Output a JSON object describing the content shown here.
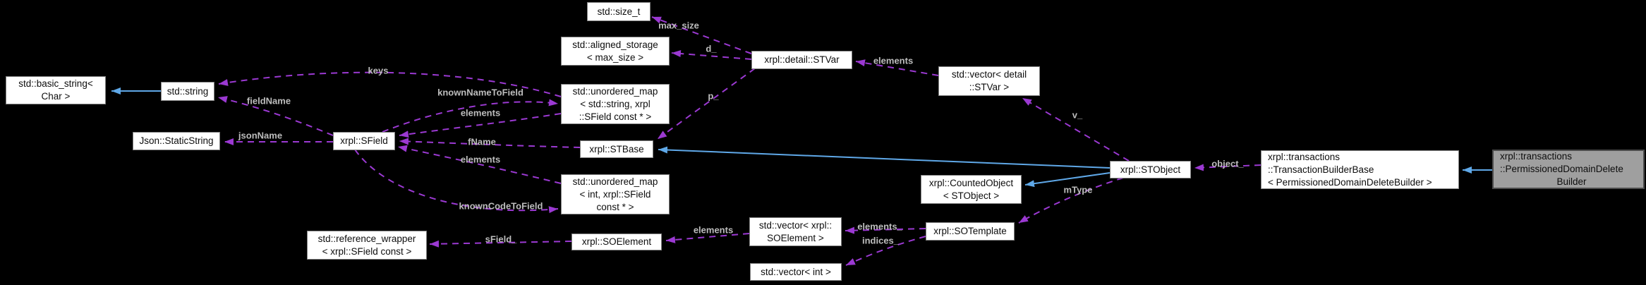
{
  "diagram": {
    "type": "doxygen-collaboration-graph",
    "background": "#000000",
    "node_fill": "#ffffff",
    "node_border": "#828282",
    "highlight_fill": "#9f9f9f",
    "highlight_border": "#4c4c4c",
    "usage_edge_color": "#9b39d2",
    "inheritance_edge_color": "#5fa8e8",
    "edge_label_color": "#bdbdbd"
  },
  "nodes": [
    {
      "id": "basic-string",
      "lines": [
        "std::basic_string<",
        "Char >"
      ]
    },
    {
      "id": "std-string",
      "lines": [
        "std::string"
      ]
    },
    {
      "id": "json-staticstring",
      "lines": [
        "Json::StaticString"
      ]
    },
    {
      "id": "sfield",
      "lines": [
        "xrpl::SField"
      ]
    },
    {
      "id": "size-t",
      "lines": [
        "std::size_t"
      ]
    },
    {
      "id": "aligned-storage",
      "lines": [
        "std::aligned_storage",
        "< max_size >"
      ]
    },
    {
      "id": "umap-string",
      "lines": [
        "std::unordered_map",
        "< std::string, xrpl",
        "::SField const * >"
      ]
    },
    {
      "id": "stbase",
      "lines": [
        "xrpl::STBase"
      ]
    },
    {
      "id": "umap-int",
      "lines": [
        "std::unordered_map",
        "< int, xrpl::SField",
        "const * >"
      ]
    },
    {
      "id": "reference-wrapper",
      "lines": [
        "std::reference_wrapper",
        "< xrpl::SField const >"
      ]
    },
    {
      "id": "soelement",
      "lines": [
        "xrpl::SOElement"
      ]
    },
    {
      "id": "stvar",
      "lines": [
        "xrpl::detail::STVar"
      ]
    },
    {
      "id": "vector-stvar",
      "lines": [
        "std::vector< detail",
        "::STVar >"
      ]
    },
    {
      "id": "vector-soelement",
      "lines": [
        "std::vector< xrpl::",
        "SOElement >"
      ]
    },
    {
      "id": "vector-int",
      "lines": [
        "std::vector< int >"
      ]
    },
    {
      "id": "counted-object",
      "lines": [
        "xrpl::CountedObject",
        "< STObject >"
      ]
    },
    {
      "id": "sotemplate",
      "lines": [
        "xrpl::SOTemplate"
      ]
    },
    {
      "id": "stobject",
      "lines": [
        "xrpl::STObject"
      ]
    },
    {
      "id": "builder-base",
      "lines": [
        "xrpl::transactions",
        "::TransactionBuilderBase",
        "< PermissionedDomainDeleteBuilder >"
      ]
    },
    {
      "id": "pdd-builder",
      "lines": [
        "xrpl::transactions",
        "::PermissionedDomainDelete",
        "Builder"
      ]
    }
  ],
  "edge_labels": [
    {
      "text": "keys"
    },
    {
      "text": "fieldName"
    },
    {
      "text": "jsonName"
    },
    {
      "text": "knownNameToField"
    },
    {
      "text": "elements"
    },
    {
      "text": "fName"
    },
    {
      "text": "elements"
    },
    {
      "text": "knownCodeToField"
    },
    {
      "text": "sField_"
    },
    {
      "text": "max_size"
    },
    {
      "text": "d_"
    },
    {
      "text": "p_"
    },
    {
      "text": "elements"
    },
    {
      "text": "v_"
    },
    {
      "text": "elements"
    },
    {
      "text": "elements_"
    },
    {
      "text": "indices_"
    },
    {
      "text": "mType"
    },
    {
      "text": "object_"
    }
  ]
}
